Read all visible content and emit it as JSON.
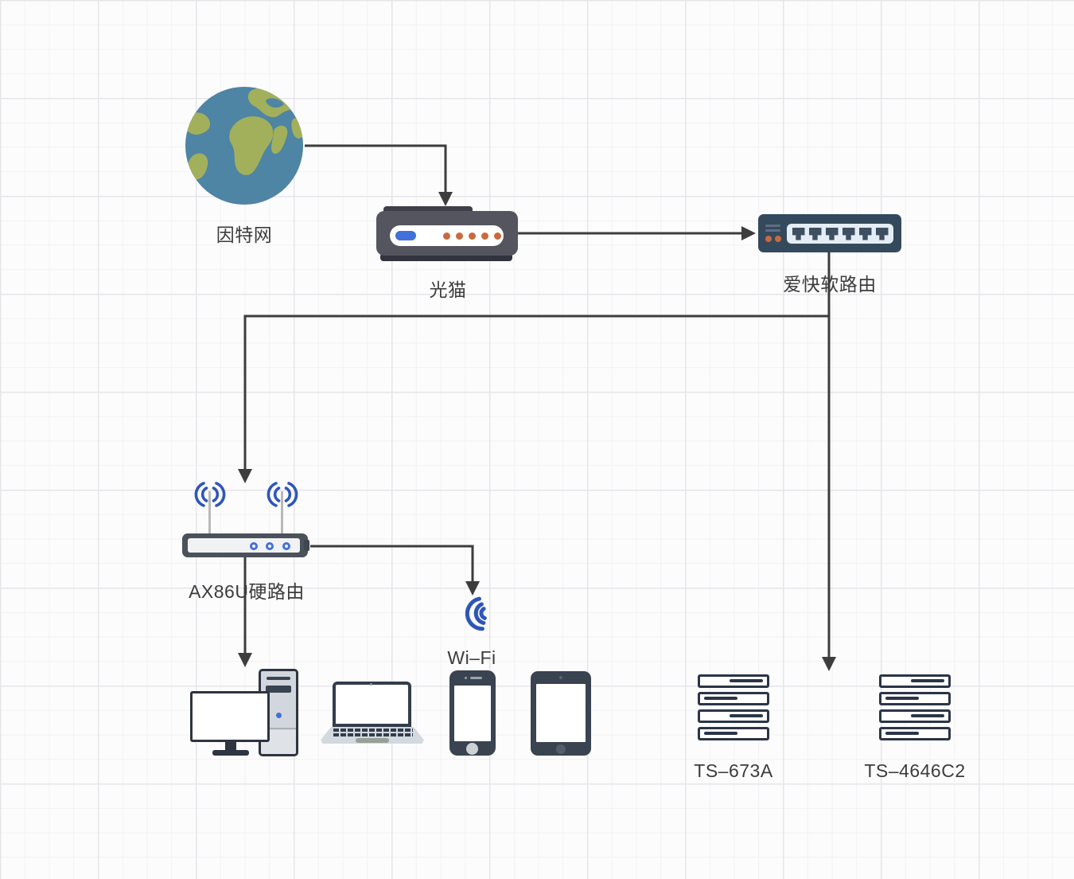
{
  "diagram_type": "home-network-topology",
  "nodes": {
    "internet": {
      "label": "因特网",
      "icon": "globe-icon"
    },
    "modem": {
      "label": "光猫",
      "icon": "modem-icon"
    },
    "soft_router": {
      "label": "爱快软路由",
      "icon": "switch-icon"
    },
    "hard_router": {
      "label": "AX86U硬路由",
      "icon": "wireless-router-icon"
    },
    "wifi": {
      "label": "Wi–Fi",
      "icon": "wifi-signal-icon"
    },
    "nas_1": {
      "label": "TS–673A",
      "icon": "nas-server-icon"
    },
    "nas_2": {
      "label": "TS–4646C2",
      "icon": "nas-server-icon"
    },
    "desktop": {
      "label": "",
      "icon": "desktop-computer-icon"
    },
    "laptop": {
      "label": "",
      "icon": "laptop-icon"
    },
    "phone": {
      "label": "",
      "icon": "smartphone-icon"
    },
    "tablet": {
      "label": "",
      "icon": "tablet-icon"
    }
  },
  "edges": [
    {
      "from": "internet",
      "to": "modem"
    },
    {
      "from": "modem",
      "to": "soft_router"
    },
    {
      "from": "soft_router",
      "to": "hard_router"
    },
    {
      "from": "soft_router",
      "to": "nas_1 / nas_2"
    },
    {
      "from": "hard_router",
      "to": "wifi"
    },
    {
      "from": "hard_router",
      "to": "desktop"
    }
  ],
  "colors": {
    "line": "#3d3d3d",
    "label_text": "#3c3c3c",
    "globe_ocean": "#4e84a4",
    "globe_land": "#a2b05c",
    "device_dark": "#55555f",
    "device_darker": "#33333d",
    "switch_body": "#35495c",
    "switch_panel": "#e4edf5",
    "port_dark": "#3e4f60",
    "led_orange": "#c76b3f",
    "led_blue": "#4170d8",
    "wifi_blue": "#2f55b8",
    "gadget_dark": "#3a4350",
    "hw_border": "#2b3547"
  }
}
